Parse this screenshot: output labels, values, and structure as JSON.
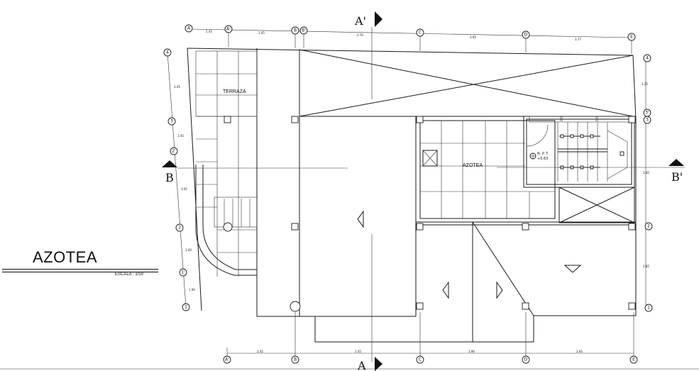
{
  "drawing": {
    "title": "AZOTEA",
    "scale": "ESCALA : 1/50",
    "rooms": {
      "terrace": "TERRAZA",
      "roof": "AZOTEA"
    },
    "level_mark": {
      "label": "N. P. T.",
      "value": "+5.63"
    },
    "sections": {
      "a_top": "A'",
      "a_bottom": "A",
      "b_left": "B",
      "b_right": "B'"
    },
    "grid_top": [
      "A",
      "A'",
      "B",
      "B'",
      "C",
      "D",
      "E"
    ],
    "grid_bottom": [
      "A'",
      "B",
      "C",
      "D",
      "E"
    ],
    "grid_left": [
      "4",
      "3",
      "2'",
      "2",
      "1'",
      "1"
    ],
    "grid_right": [
      "4",
      "3'",
      "3",
      "2",
      "1"
    ],
    "dims_top": [
      "1.45",
      "2.45",
      "2.70",
      "3.95",
      "3.77"
    ],
    "dims_bottom": [
      "2.45",
      "2.45",
      "3.90",
      "3.95"
    ],
    "dims_left": [
      "3.45",
      "1.45",
      "3.05",
      "1.40",
      "1.90"
    ],
    "dims_right": [
      "3.25",
      "3.45",
      "2.85"
    ]
  }
}
